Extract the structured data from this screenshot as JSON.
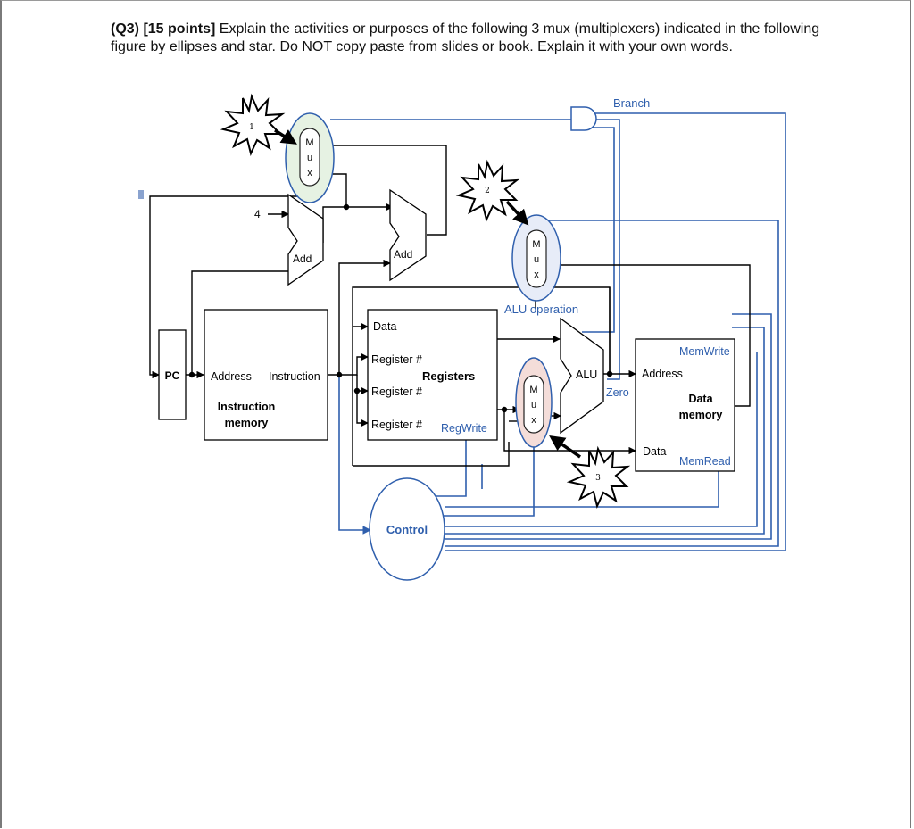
{
  "question": {
    "prefix_bold": "(Q3) [15 points]",
    "text": " Explain the activities or purposes of the following 3 mux (multiplexers) indicated in the following figure by ellipses and star. Do NOT copy paste from slides or book. Explain it with your own words."
  },
  "diagram": {
    "colors": {
      "wire": "#2f5fad",
      "black": "#000000",
      "mux1_fill": "#e6f2e3",
      "mux2_fill": "#e7ecf8",
      "mux3_fill": "#f4ddd9"
    },
    "labels": {
      "branch": "Branch",
      "four": "4",
      "add1": "Add",
      "add2": "Add",
      "mux_m": "M",
      "mux_u": "u",
      "mux_x": "x",
      "alu_operation": "ALU operation",
      "pc": "PC",
      "address": "Address",
      "instruction": "Instruction",
      "instr_mem_1": "Instruction",
      "instr_mem_2": "memory",
      "data": "Data",
      "register1": "Register #",
      "registers": "Registers",
      "register2": "Register #",
      "register3": "Register #",
      "regwrite": "RegWrite",
      "alu": "ALU",
      "zero": "Zero",
      "memwrite": "MemWrite",
      "dm_address": "Address",
      "data_mem_1": "Data",
      "data_mem_2": "memory",
      "dm_data": "Data",
      "memread": "MemRead",
      "control": "Control"
    },
    "stars": [
      "1",
      "2",
      "3"
    ]
  }
}
